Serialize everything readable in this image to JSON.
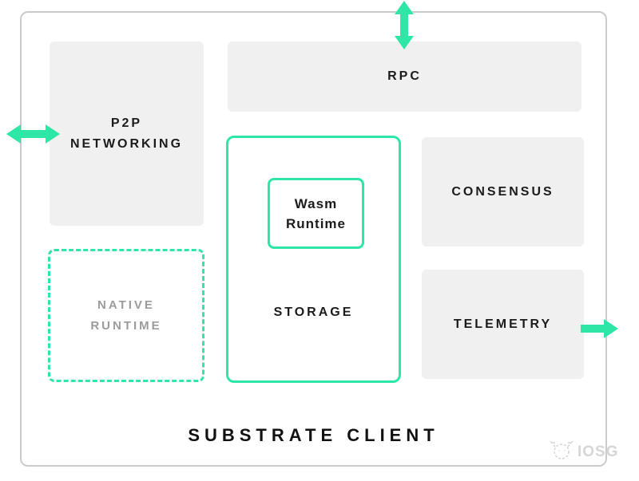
{
  "title": "SUBSTRATE CLIENT",
  "boxes": {
    "p2p": {
      "line1": "P2P",
      "line2": "NETWORKING"
    },
    "rpc": {
      "label": "RPC"
    },
    "consensus": {
      "label": "CONSENSUS"
    },
    "telemetry": {
      "label": "TELEMETRY"
    },
    "storage": {
      "label": "STORAGE"
    },
    "wasm": {
      "line1": "Wasm",
      "line2": "Runtime"
    },
    "native": {
      "line1": "NATIVE",
      "line2": "RUNTIME"
    }
  },
  "icons": {
    "top_arrow": "double-vertical-arrow",
    "left_arrow": "double-horizontal-arrow",
    "right_arrow": "right-arrow",
    "watermark_icon": "iosg-mascot"
  },
  "watermark": {
    "label": "IOSG"
  },
  "colors": {
    "accent": "#2ee6a6",
    "box_fill": "#f0f0f0",
    "outer_border": "#cbcbcb",
    "text_dark": "#1b1b1b",
    "text_muted": "#9b9b9b",
    "watermark": "#d6d6d6"
  }
}
